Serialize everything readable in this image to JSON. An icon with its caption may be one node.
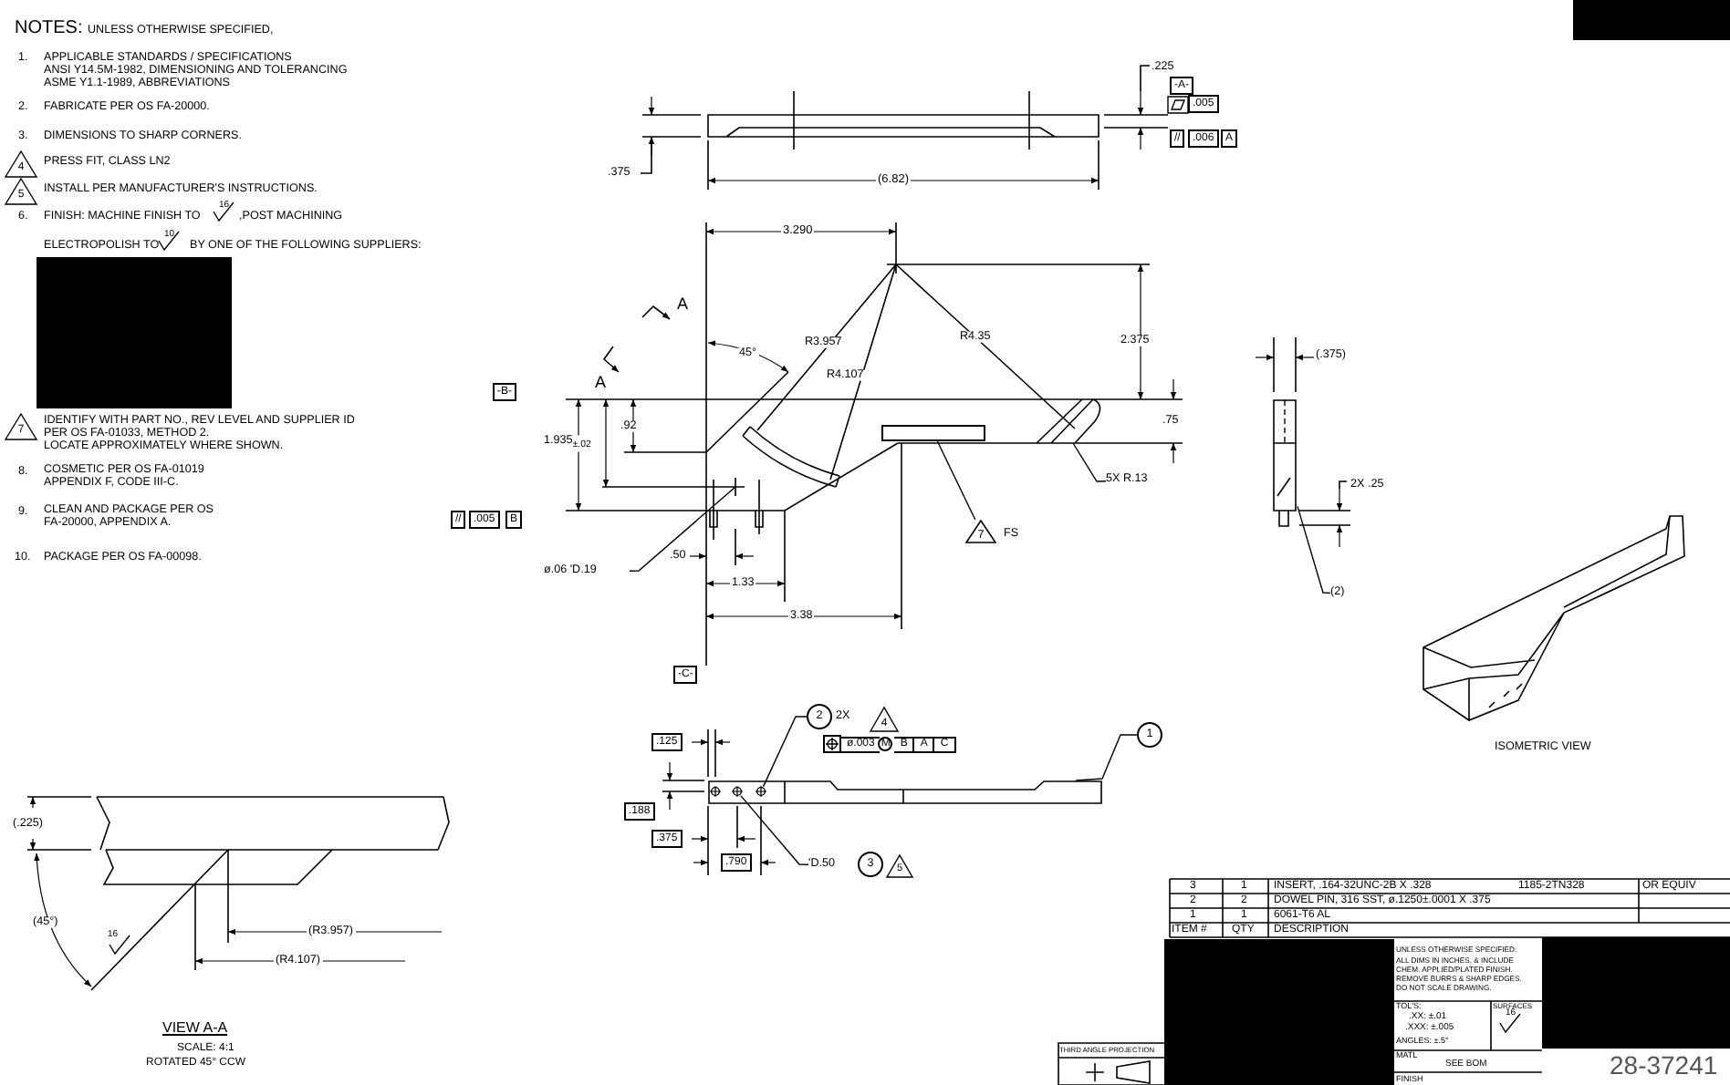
{
  "diagram": {
    "nodes": [
      {
        "text": [
          "2"
        ]
      },
      {
        "text": [
          "1"
        ]
      },
      {
        "text": [
          "3"
        ]
      },
      {
        "text": [
          "'D.50"
        ]
      },
      {
        "text": [
          "7"
        ],
        "beside": [
          "FS"
        ]
      },
      {
        "text": [],
        "shape": "box"
      },
      {
        "text": [
          "5X R.13"
        ]
      },
      {
        "text": [
          "(2)"
        ]
      },
      {
        "text": [
          "ø.06 'D.19"
        ]
      },
      {
        "text": [],
        "shape": "picture"
      },
      {
        "text": [],
        "shape": "circle",
        "in": 9
      },
      {
        "text": [],
        "shape": "circle",
        "in": 9
      },
      {
        "text": [],
        "shape": "circle",
        "in": 9
      },
      {
        "text": [],
        "shape": "picture"
      }
    ],
    "edges": [
      {
        "from": 0,
        "to": 12,
        "arrow": "none"
      },
      {
        "from": 1,
        "to": 9,
        "arrow": "none"
      },
      {
        "from": 3,
        "to": 11,
        "arrow": "none"
      },
      {
        "from": 4,
        "to": 5,
        "arrow": "none"
      },
      {
        "from": 6,
        "to": null,
        "arrow": "none"
      },
      {
        "from": 7,
        "to": 13,
        "arrow": "none"
      },
      {
        "from": 8,
        "to": null,
        "arrow": "none"
      }
    ],
    "labels": [
      "NOTES:",
      "UNLESS OTHERWISE SPECIFIED,",
      "1.",
      "APPLICABLE STANDARDS / SPECIFICATIONS",
      "ANSI Y14.5M-1982, DIMENSIONING AND TOLERANCING",
      "ASME Y1.1-1989, ABBREVIATIONS",
      "2.",
      "FABRICATE PER OS FA-20000.",
      "3.",
      "DIMENSIONS TO SHARP CORNERS.",
      "4",
      "PRESS FIT, CLASS LN2",
      "5",
      "INSTALL PER MANUFACTURER'S INSTRUCTIONS.",
      "6.",
      "FINISH: MACHINE FINISH TO",
      "16",
      ",POST MACHINING",
      "ELECTROPOLISH TO",
      "10",
      "BY ONE OF THE FOLLOWING SUPPLIERS:",
      "7",
      "IDENTIFY WITH PART NO., REV LEVEL AND SUPPLIER ID",
      "PER OS FA-01033, METHOD 2.",
      "LOCATE APPROXIMATELY WHERE SHOWN.",
      "8.",
      "COSMETIC PER OS FA-01019",
      "APPENDIX F, CODE III-C.",
      "9.",
      "CLEAN AND PACKAGE PER OS",
      "FA-20000, APPENDIX A.",
      "10.",
      "PACKAGE PER OS FA-00098.",
      ".225",
      "-A-",
      ".005",
      "//",
      ".006",
      "A",
      ".375",
      "(6.82)",
      "3.290",
      "A",
      "A",
      "45°",
      "R3.957",
      "R4.107",
      "R4.35",
      "2.375",
      "-B-",
      ".92",
      "1.935$_{±.02}$",
      ".75",
      "//",
      ".005",
      "B",
      ".50",
      "1.33",
      "3.38",
      "-C-",
      "(.375)",
      "2X .25",
      "ISOMETRIC VIEW",
      ".125",
      "2X",
      "4",
      "ø.003",
      "M",
      "B",
      "A",
      "C",
      ".188",
      ".375",
      ".790",
      "5",
      "(.225)",
      "(45°)",
      "16",
      "(R3.957)",
      "(R4.107)",
      "VIEW A-A",
      "SCALE: 4:1",
      "ROTATED 45° CCW",
      "3",
      "1",
      "INSERT, .164-32UNC-2B X .328",
      "1185-2TN328",
      "OR EQUIV",
      "2",
      "2",
      "DOWEL PIN, 316 SST, ø.1250±.0001 X .375",
      "1",
      "1",
      "6061-T6 AL",
      "ITEM #",
      "QTY",
      "DESCRIPTION",
      "UNLESS OTHERWISE SPECIFIED:",
      "ALL DIMS IN INCHES, & INCLUDE",
      "CHEM. APPLIED/PLATED FINISH.",
      "REMOVE BURRS & SHARP EDGES.",
      "DO NOT SCALE DRAWING.",
      "TOL'S:",
      ".XX: ±.01",
      ".XXX: ±.005",
      "ANGLES: ±.5°",
      "SURFACES",
      "16",
      "MATL",
      "SEE BOM",
      "FINISH",
      "28-37241",
      "THIRD ANGLE PROJECTION"
    ]
  }
}
